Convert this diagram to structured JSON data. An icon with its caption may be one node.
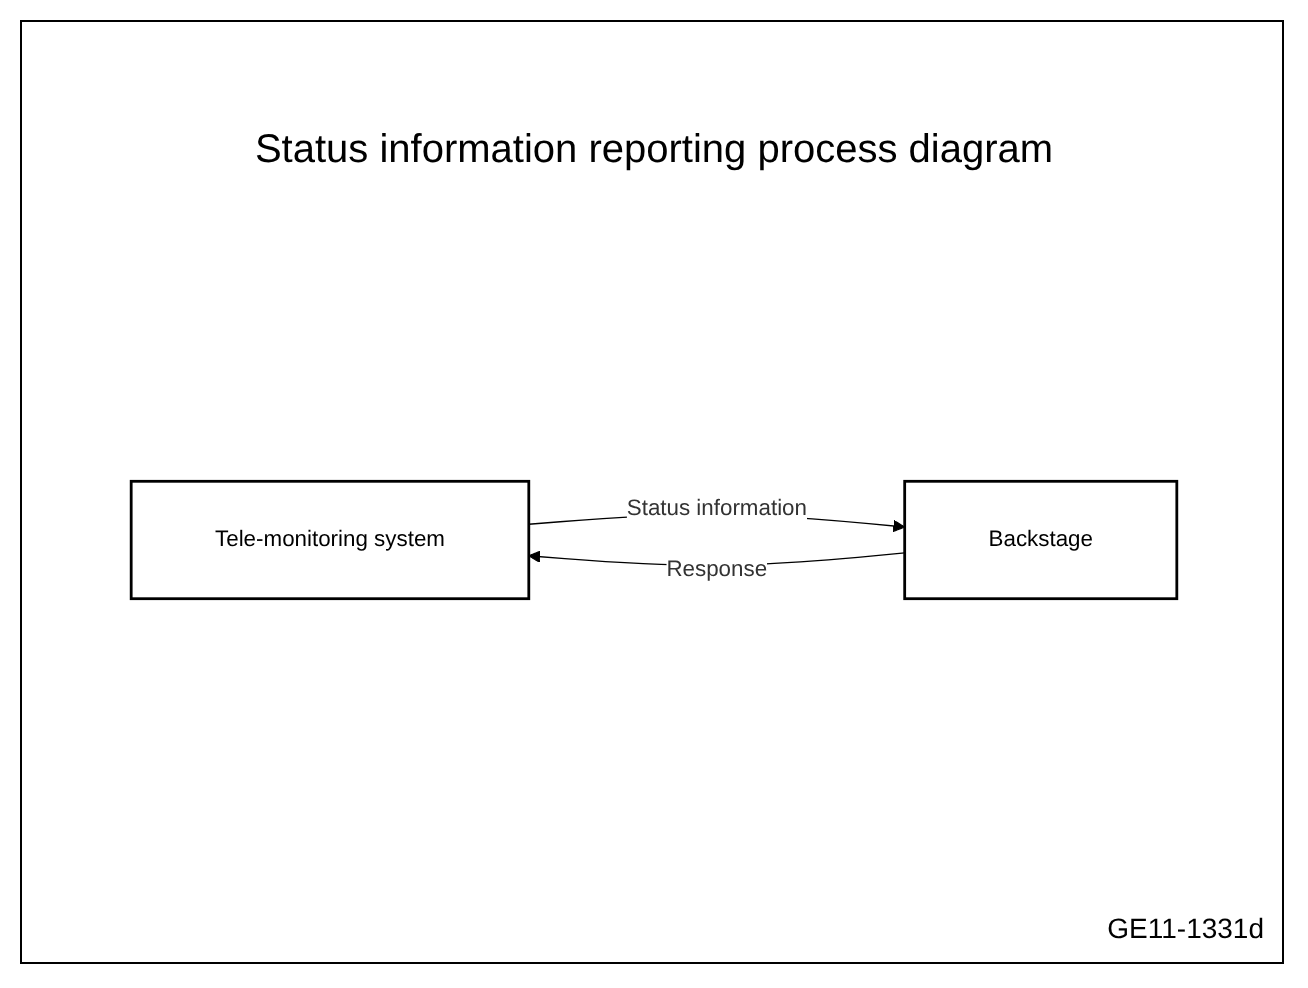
{
  "diagram": {
    "title": "Status information reporting process diagram",
    "nodes": [
      {
        "text": [
          "Tele-monitoring system"
        ]
      },
      {
        "text": [
          "Backstage"
        ]
      }
    ],
    "edges": [
      {
        "from": 0,
        "to": 1,
        "arrow": "to",
        "label": "Status information"
      },
      {
        "from": 1,
        "to": 0,
        "arrow": "to",
        "label": "Response"
      }
    ],
    "labels": [
      "GE11-1331d"
    ]
  }
}
